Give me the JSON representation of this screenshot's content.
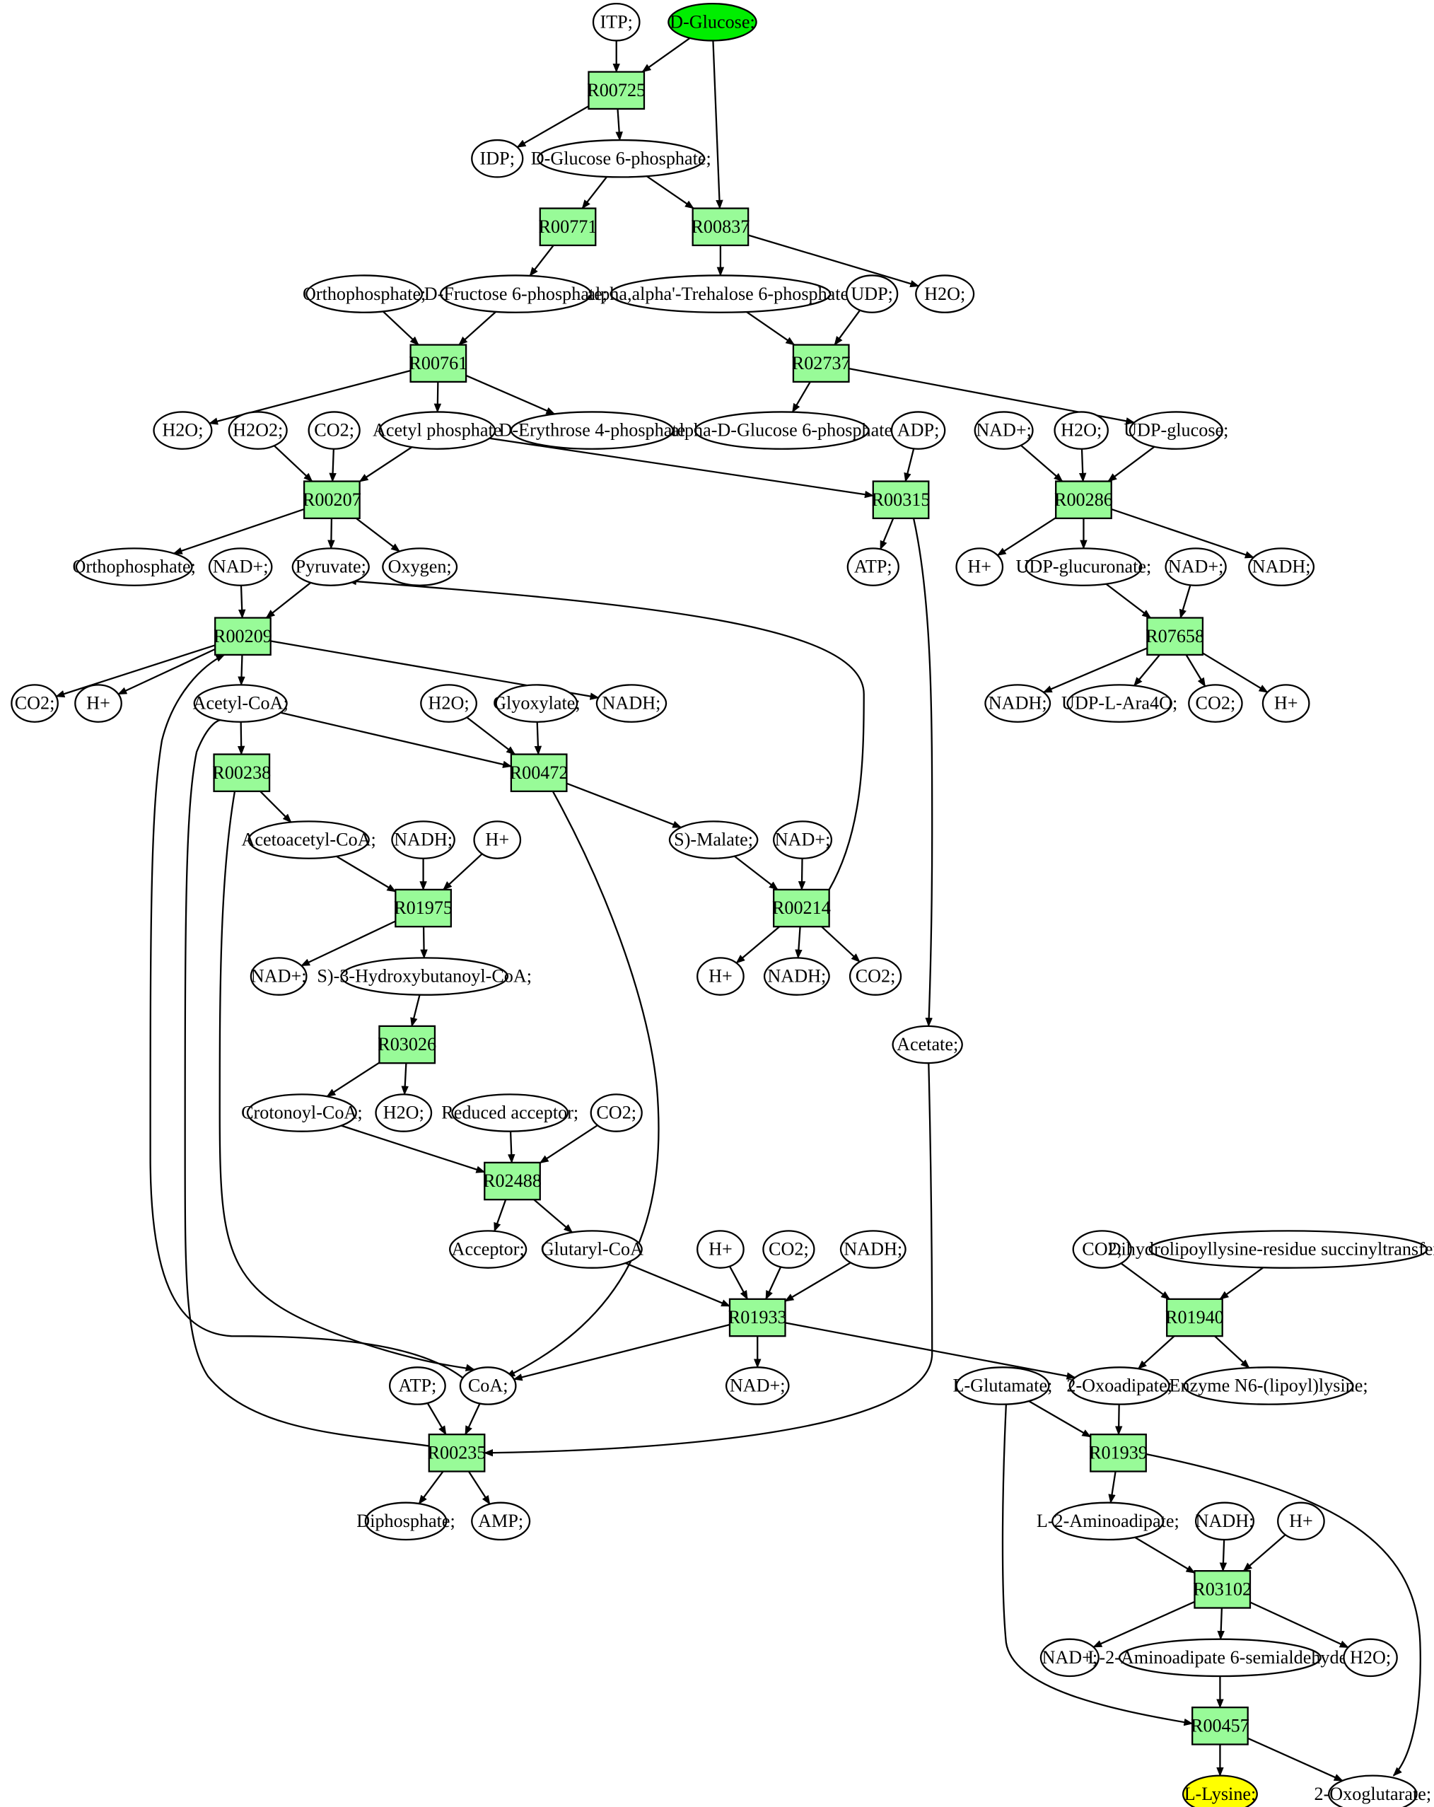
{
  "colors": {
    "reaction_fill": "#98fb98",
    "start_fill": "#00ee00",
    "target_fill": "#ffff00",
    "compound_fill": "#ffffff",
    "stroke": "#000000"
  },
  "reactions": [
    "R00725",
    "R00771",
    "R00837",
    "R00761",
    "R02737",
    "R00207",
    "R00315",
    "R00286",
    "R00209",
    "R07658",
    "R00238",
    "R00472",
    "R01975",
    "R00214",
    "R03026",
    "R02488",
    "R01933",
    "R01940",
    "R00235",
    "R01939",
    "R03102",
    "R00457"
  ],
  "compounds": [
    "ITP;",
    "D-Glucose;",
    "IDP;",
    "D-Glucose 6-phosphate;",
    "H2O;",
    "Orthophosphate;",
    "D-Fructose 6-phosphate;",
    "alpha,alpha'-Trehalose 6-phosphate;",
    "UDP;",
    "H2O;",
    "H2O2;",
    "CO2;",
    "Acetyl phosphate",
    "D-Erythrose 4-phosphate",
    "alpha-D-Glucose 6-phosphate",
    "ADP;",
    "NAD+;",
    "H2O;",
    "UDP-glucose;",
    "Orthophosphate;",
    "NAD+;",
    "Pyruvate;",
    "Oxygen;",
    "ATP;",
    "H+",
    "UDP-glucuronate;",
    "NAD+;",
    "NADH;",
    "CO2;",
    "H+",
    "Acetyl-CoA;",
    "H2O;",
    "Glyoxylate;",
    "NADH;",
    "NADH;",
    "UDP-L-Ara4O;",
    "CO2;",
    "H+",
    "Acetoacetyl-CoA;",
    "NADH;",
    "H+",
    "S)-Malate;",
    "NAD+;",
    "NAD+;",
    "S)-3-Hydroxybutanoyl-CoA;",
    "H+",
    "NADH;",
    "CO2;",
    "Acetate;",
    "Crotonoyl-CoA;",
    "H2O;",
    "Reduced acceptor;",
    "CO2;",
    "Acceptor;",
    "Glutaryl-CoA",
    "H+",
    "CO2;",
    "NADH;",
    "CO2;",
    "Dihydrolipoyllysine-residue succinyltransferase]",
    "ATP;",
    "CoA;",
    "NAD+;",
    "L-Glutamate;",
    "2-Oxoadipate;",
    "Enzyme N6-(lipoyl)lysine;",
    "Diphosphate;",
    "AMP;",
    "L-2-Aminoadipate;",
    "NADH;",
    "H+",
    "NAD+;",
    "L-2-Aminoadipate 6-semialdehyde;",
    "H2O;",
    "L-Lysine;",
    "2-Oxoglutarate;"
  ]
}
